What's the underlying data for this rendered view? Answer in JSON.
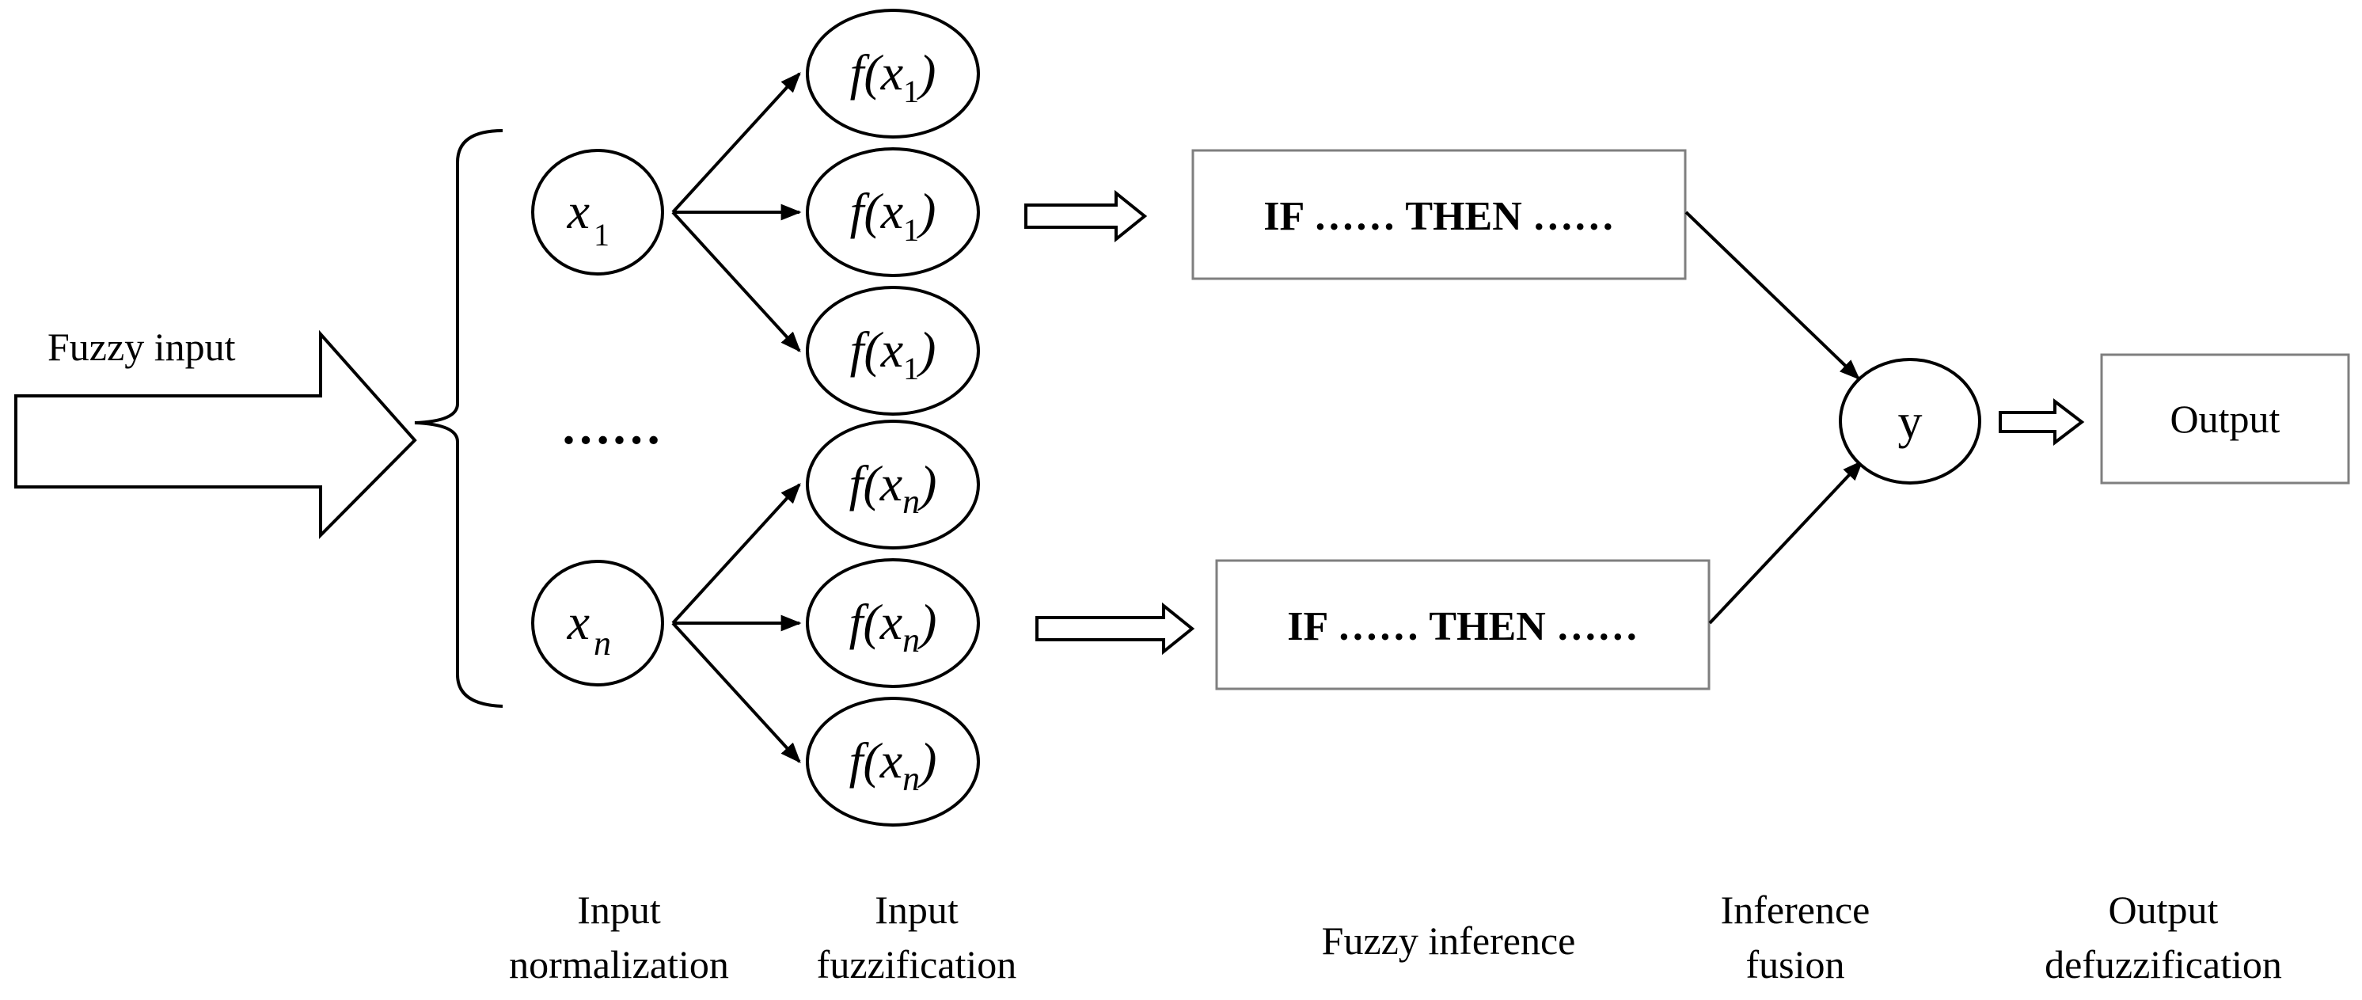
{
  "input_label": "Fuzzy input",
  "normalized_nodes": [
    {
      "var": "x",
      "sub": "1"
    },
    {
      "var": "x",
      "sub": "n"
    }
  ],
  "ellipsis": "……",
  "fuzzified_nodes": {
    "group1": [
      "f(x",
      "1",
      ")"
    ],
    "groupn": [
      "f(x",
      "n",
      ")"
    ]
  },
  "rules": [
    "IF …… THEN ……",
    "IF …… THEN ……"
  ],
  "fusion_node": "y",
  "output_box": "Output",
  "stage_labels": {
    "normalization": [
      "Input",
      "normalization"
    ],
    "fuzzification": [
      "Input",
      "fuzzification"
    ],
    "inference": "Fuzzy inference",
    "fusion": [
      "Inference",
      "fusion"
    ],
    "defuzzification": [
      "Output",
      "defuzzification"
    ]
  }
}
